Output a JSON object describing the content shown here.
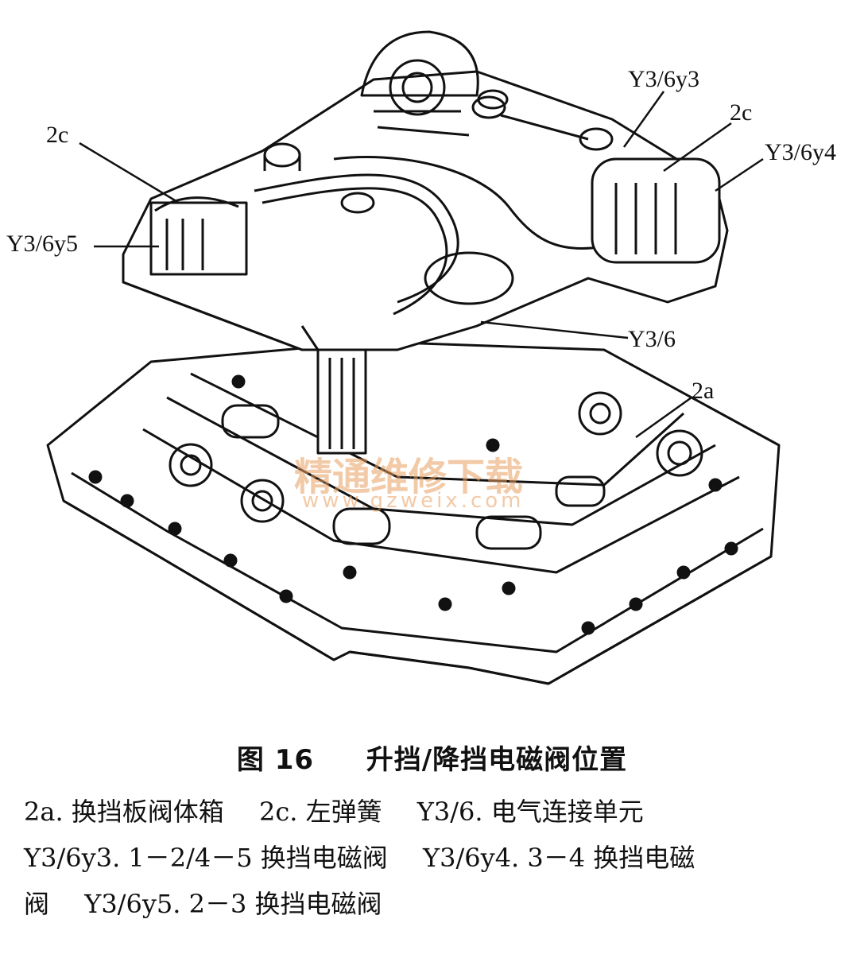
{
  "diagram": {
    "callouts": {
      "c_2c_left": "2c",
      "c_y5": "Y3/6y5",
      "c_y3": "Y3/6y3",
      "c_2c_right": "2c",
      "c_y4": "Y3/6y4",
      "c_y36": "Y3/6",
      "c_2a": "2a"
    },
    "watermark": {
      "cn": "精通维修下载",
      "url": "www.gzweix.com",
      "color": "#e8a060"
    }
  },
  "caption": {
    "figure_number": "图 16",
    "title": "升挡/降挡电磁阀位置"
  },
  "legend": {
    "line1": [
      "2a. 换挡板阀体箱",
      "2c. 左弹簧",
      "Y3/6. 电气连接单元"
    ],
    "line2": [
      "Y3/6y3. 1－2/4－5 换挡电磁阀",
      "Y3/6y4. 3－4 换挡电磁"
    ],
    "line3": [
      "阀",
      "Y3/6y5. 2－3 换挡电磁阀"
    ]
  }
}
